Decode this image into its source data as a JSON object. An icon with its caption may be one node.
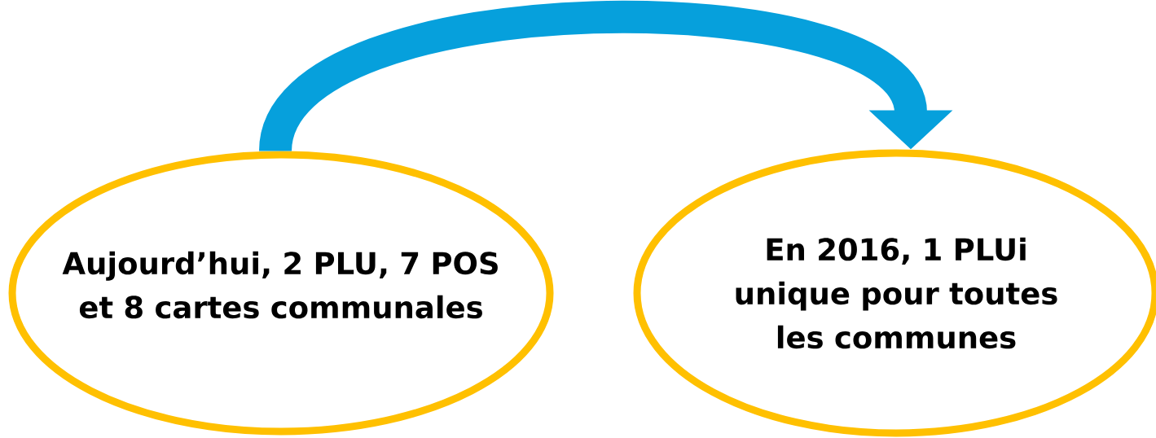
{
  "diagram": {
    "nodes": [
      {
        "text": [
          "Aujourd’hui, 2 PLU, 7 POS et 8 cartes communales"
        ]
      },
      {
        "text": [
          "En 2016, 1 PLUi unique pour toutes les communes"
        ]
      }
    ],
    "edges": [
      {
        "from": 0,
        "to": 1,
        "arrow": "to"
      }
    ]
  }
}
